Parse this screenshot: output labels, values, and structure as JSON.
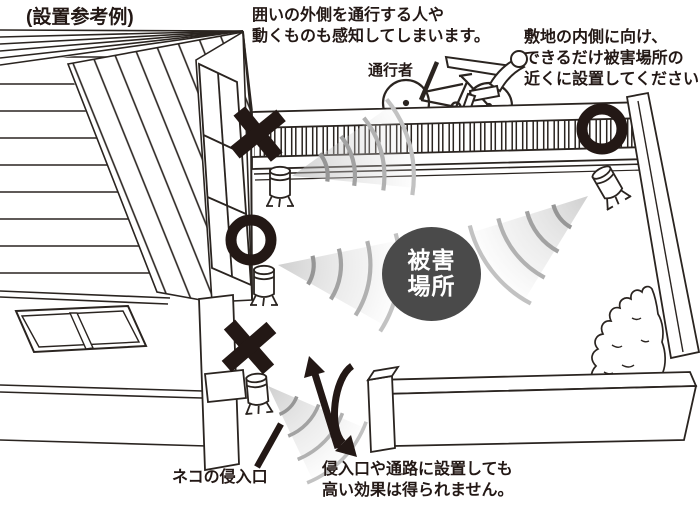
{
  "title": "(設置参考例)",
  "labels": {
    "outside_warning": "囲いの外側を通行する人や\n動くものも感知してしまいます。",
    "passerby": "通行者",
    "inside_note": "敷地の内側に向け、\nできるだけ被害場所の\n近くに設置してください",
    "damage_spot": "被害\n場所",
    "cat_entry": "ネコの侵入口",
    "entry_warning": "侵入口や通路に設置しても\n高い効果は得られません。"
  },
  "symbols": {
    "bad_placement_mark": "✕",
    "good_placement_mark": "○",
    "device": "sensor-device-icon",
    "wave": "detection-wave-cone"
  },
  "colors": {
    "line": "#2a2420",
    "mark": "#231815",
    "damage_spot_bg": "#4a4a4a",
    "damage_spot_text": "#ffffff",
    "wave_stroke": "#9a9a9a",
    "background": "#ffffff"
  }
}
